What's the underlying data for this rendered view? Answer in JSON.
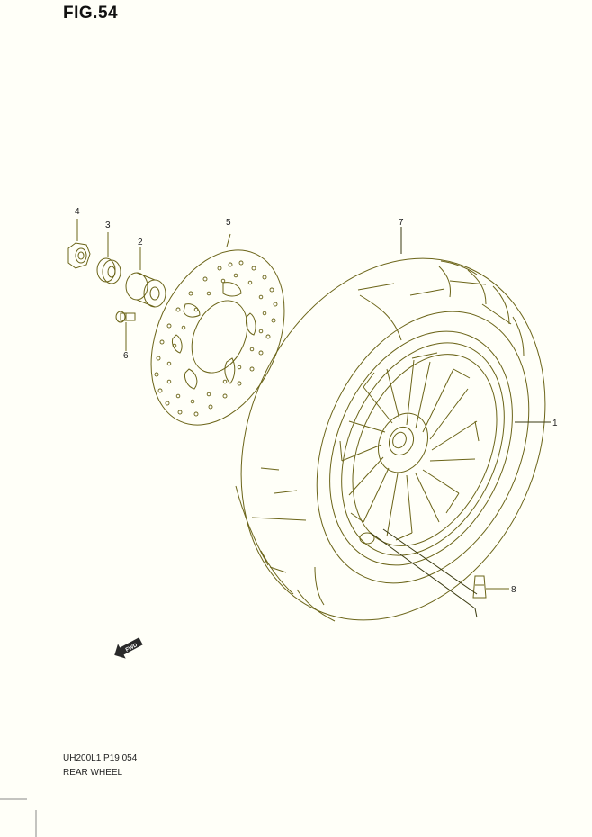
{
  "figure": {
    "title": "FIG.54"
  },
  "footer": {
    "model_code": "UH200L1 P19  054",
    "section_name": "REAR WHEEL"
  },
  "callouts": [
    {
      "id": "1",
      "label": "1"
    },
    {
      "id": "2",
      "label": "2"
    },
    {
      "id": "3",
      "label": "3"
    },
    {
      "id": "4",
      "label": "4"
    },
    {
      "id": "5",
      "label": "5"
    },
    {
      "id": "6",
      "label": "6"
    },
    {
      "id": "7",
      "label": "7"
    },
    {
      "id": "8",
      "label": "8"
    }
  ],
  "direction_marker": {
    "label": "FWD"
  },
  "colors": {
    "line_art": "#6b6418",
    "text": "#222222"
  }
}
